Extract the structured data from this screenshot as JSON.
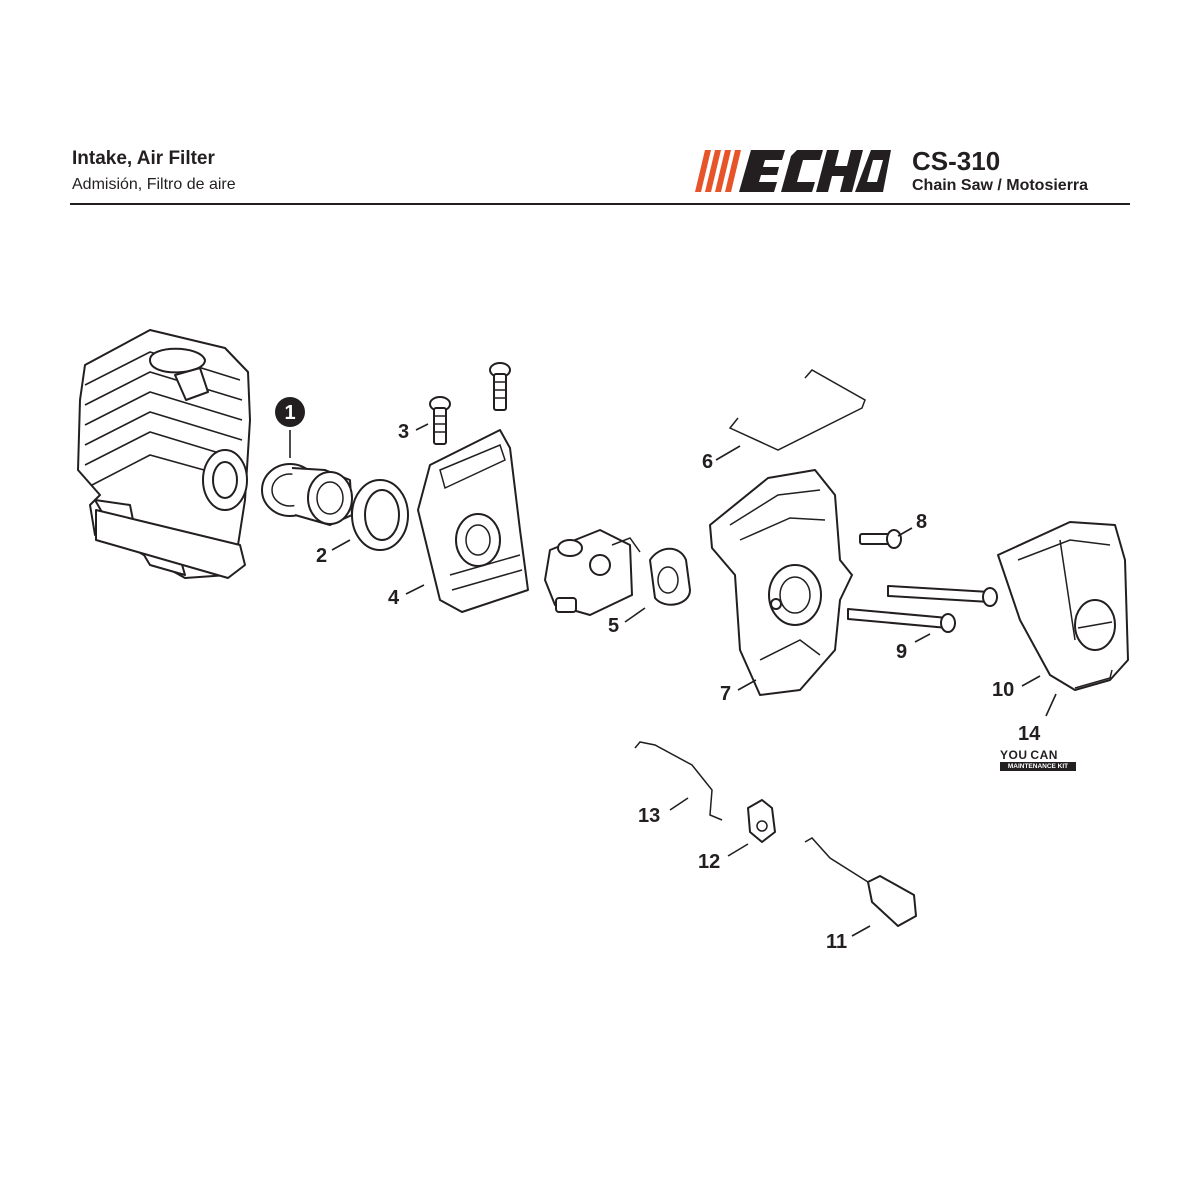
{
  "header": {
    "title_en": "Intake, Air Filter",
    "title_es": "Admisión, Filtro de aire",
    "brand": "ECHO",
    "model": "CS-310",
    "product": "Chain Saw / Motosierra"
  },
  "callouts": [
    {
      "id": "1",
      "label": "1",
      "style": "circled"
    },
    {
      "id": "2",
      "label": "2"
    },
    {
      "id": "3",
      "label": "3"
    },
    {
      "id": "4",
      "label": "4"
    },
    {
      "id": "5",
      "label": "5"
    },
    {
      "id": "6",
      "label": "6"
    },
    {
      "id": "7",
      "label": "7"
    },
    {
      "id": "8",
      "label": "8"
    },
    {
      "id": "9",
      "label": "9"
    },
    {
      "id": "10",
      "label": "10"
    },
    {
      "id": "11",
      "label": "11"
    },
    {
      "id": "12",
      "label": "12"
    },
    {
      "id": "13",
      "label": "13"
    },
    {
      "id": "14",
      "label": "14"
    }
  ],
  "kit_badge": {
    "top_a": "YOU",
    "top_b": "CAN",
    "bottom": "MAINTENANCE KIT"
  },
  "colors": {
    "brand_stripes": "#e8542a",
    "ink": "#231f20"
  }
}
